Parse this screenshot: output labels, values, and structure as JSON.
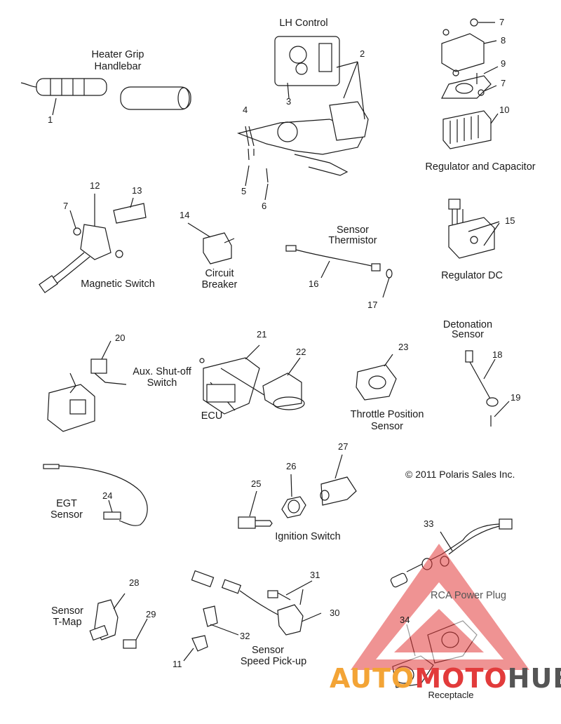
{
  "labels": {
    "heater_grip": "Heater Grip",
    "handlebar": "Handlebar",
    "lh_control": "LH Control",
    "regulator_capacitor": "Regulator and Capacitor",
    "magnetic_switch": "Magnetic Switch",
    "circuit": "Circuit",
    "breaker": "Breaker",
    "sensor_thermistor_1": "Sensor",
    "sensor_thermistor_2": "Thermistor",
    "regulator_dc": "Regulator DC",
    "detonation_1": "Detonation",
    "detonation_2": "Sensor",
    "aux_1": "Aux. Shut-off",
    "aux_2": "Switch",
    "ecu": "ECU",
    "tps_1": "Throttle Position",
    "tps_2": "Sensor",
    "egt_1": "EGT",
    "egt_2": "Sensor",
    "ignition_switch": "Ignition Switch",
    "rca_power_plug": "RCA Power Plug",
    "tmap_1": "Sensor",
    "tmap_2": "T-Map",
    "speed_1": "Sensor",
    "speed_2": "Speed Pick-up",
    "receptacle": "Receptacle"
  },
  "copyright": "© 2011 Polaris Sales Inc.",
  "watermark": {
    "part1": "AUTO",
    "part2": "MOTO",
    "part3": "HUB"
  },
  "callouts": {
    "n1": "1",
    "n2": "2",
    "n3": "3",
    "n4": "4",
    "n5": "5",
    "n6": "6",
    "n7a": "7",
    "n7b": "7",
    "n7c": "7",
    "n8": "8",
    "n9": "9",
    "n10": "10",
    "n11": "11",
    "n12": "12",
    "n13": "13",
    "n14": "14",
    "n15": "15",
    "n16": "16",
    "n17": "17",
    "n18": "18",
    "n19": "19",
    "n20": "20",
    "n21": "21",
    "n22": "22",
    "n23": "23",
    "n24": "24",
    "n25": "25",
    "n26": "26",
    "n27": "27",
    "n28": "28",
    "n29": "29",
    "n30": "30",
    "n31": "31",
    "n32": "32",
    "n33": "33",
    "n34": "34"
  },
  "colors": {
    "line": "#1a1a1a",
    "watermark_red": "#e23b3b",
    "watermark_orange": "#f3a436",
    "watermark_gray": "#555555"
  }
}
